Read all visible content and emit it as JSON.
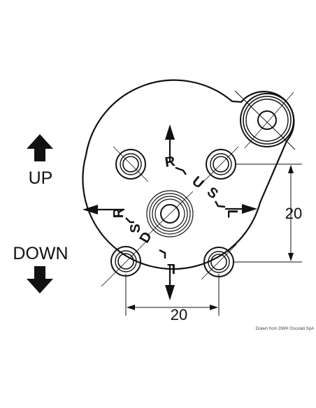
{
  "labels": {
    "up": "UP",
    "down": "DOWN",
    "dim_vertical": "20",
    "dim_horizontal": "20",
    "dir_r_top": "R",
    "dir_u": "U",
    "dir_s_top": "S",
    "dir_l_right": "L",
    "dir_r_left": "R",
    "dir_s_left": "S",
    "dir_d": "D",
    "dir_l_bottom": "L"
  },
  "credit": "Drawn from DWH Osculati SpA",
  "colors": {
    "line": "#111111",
    "background": "#ffffff"
  },
  "icons": {
    "up": "arrow-up-icon",
    "down": "arrow-down-icon"
  }
}
